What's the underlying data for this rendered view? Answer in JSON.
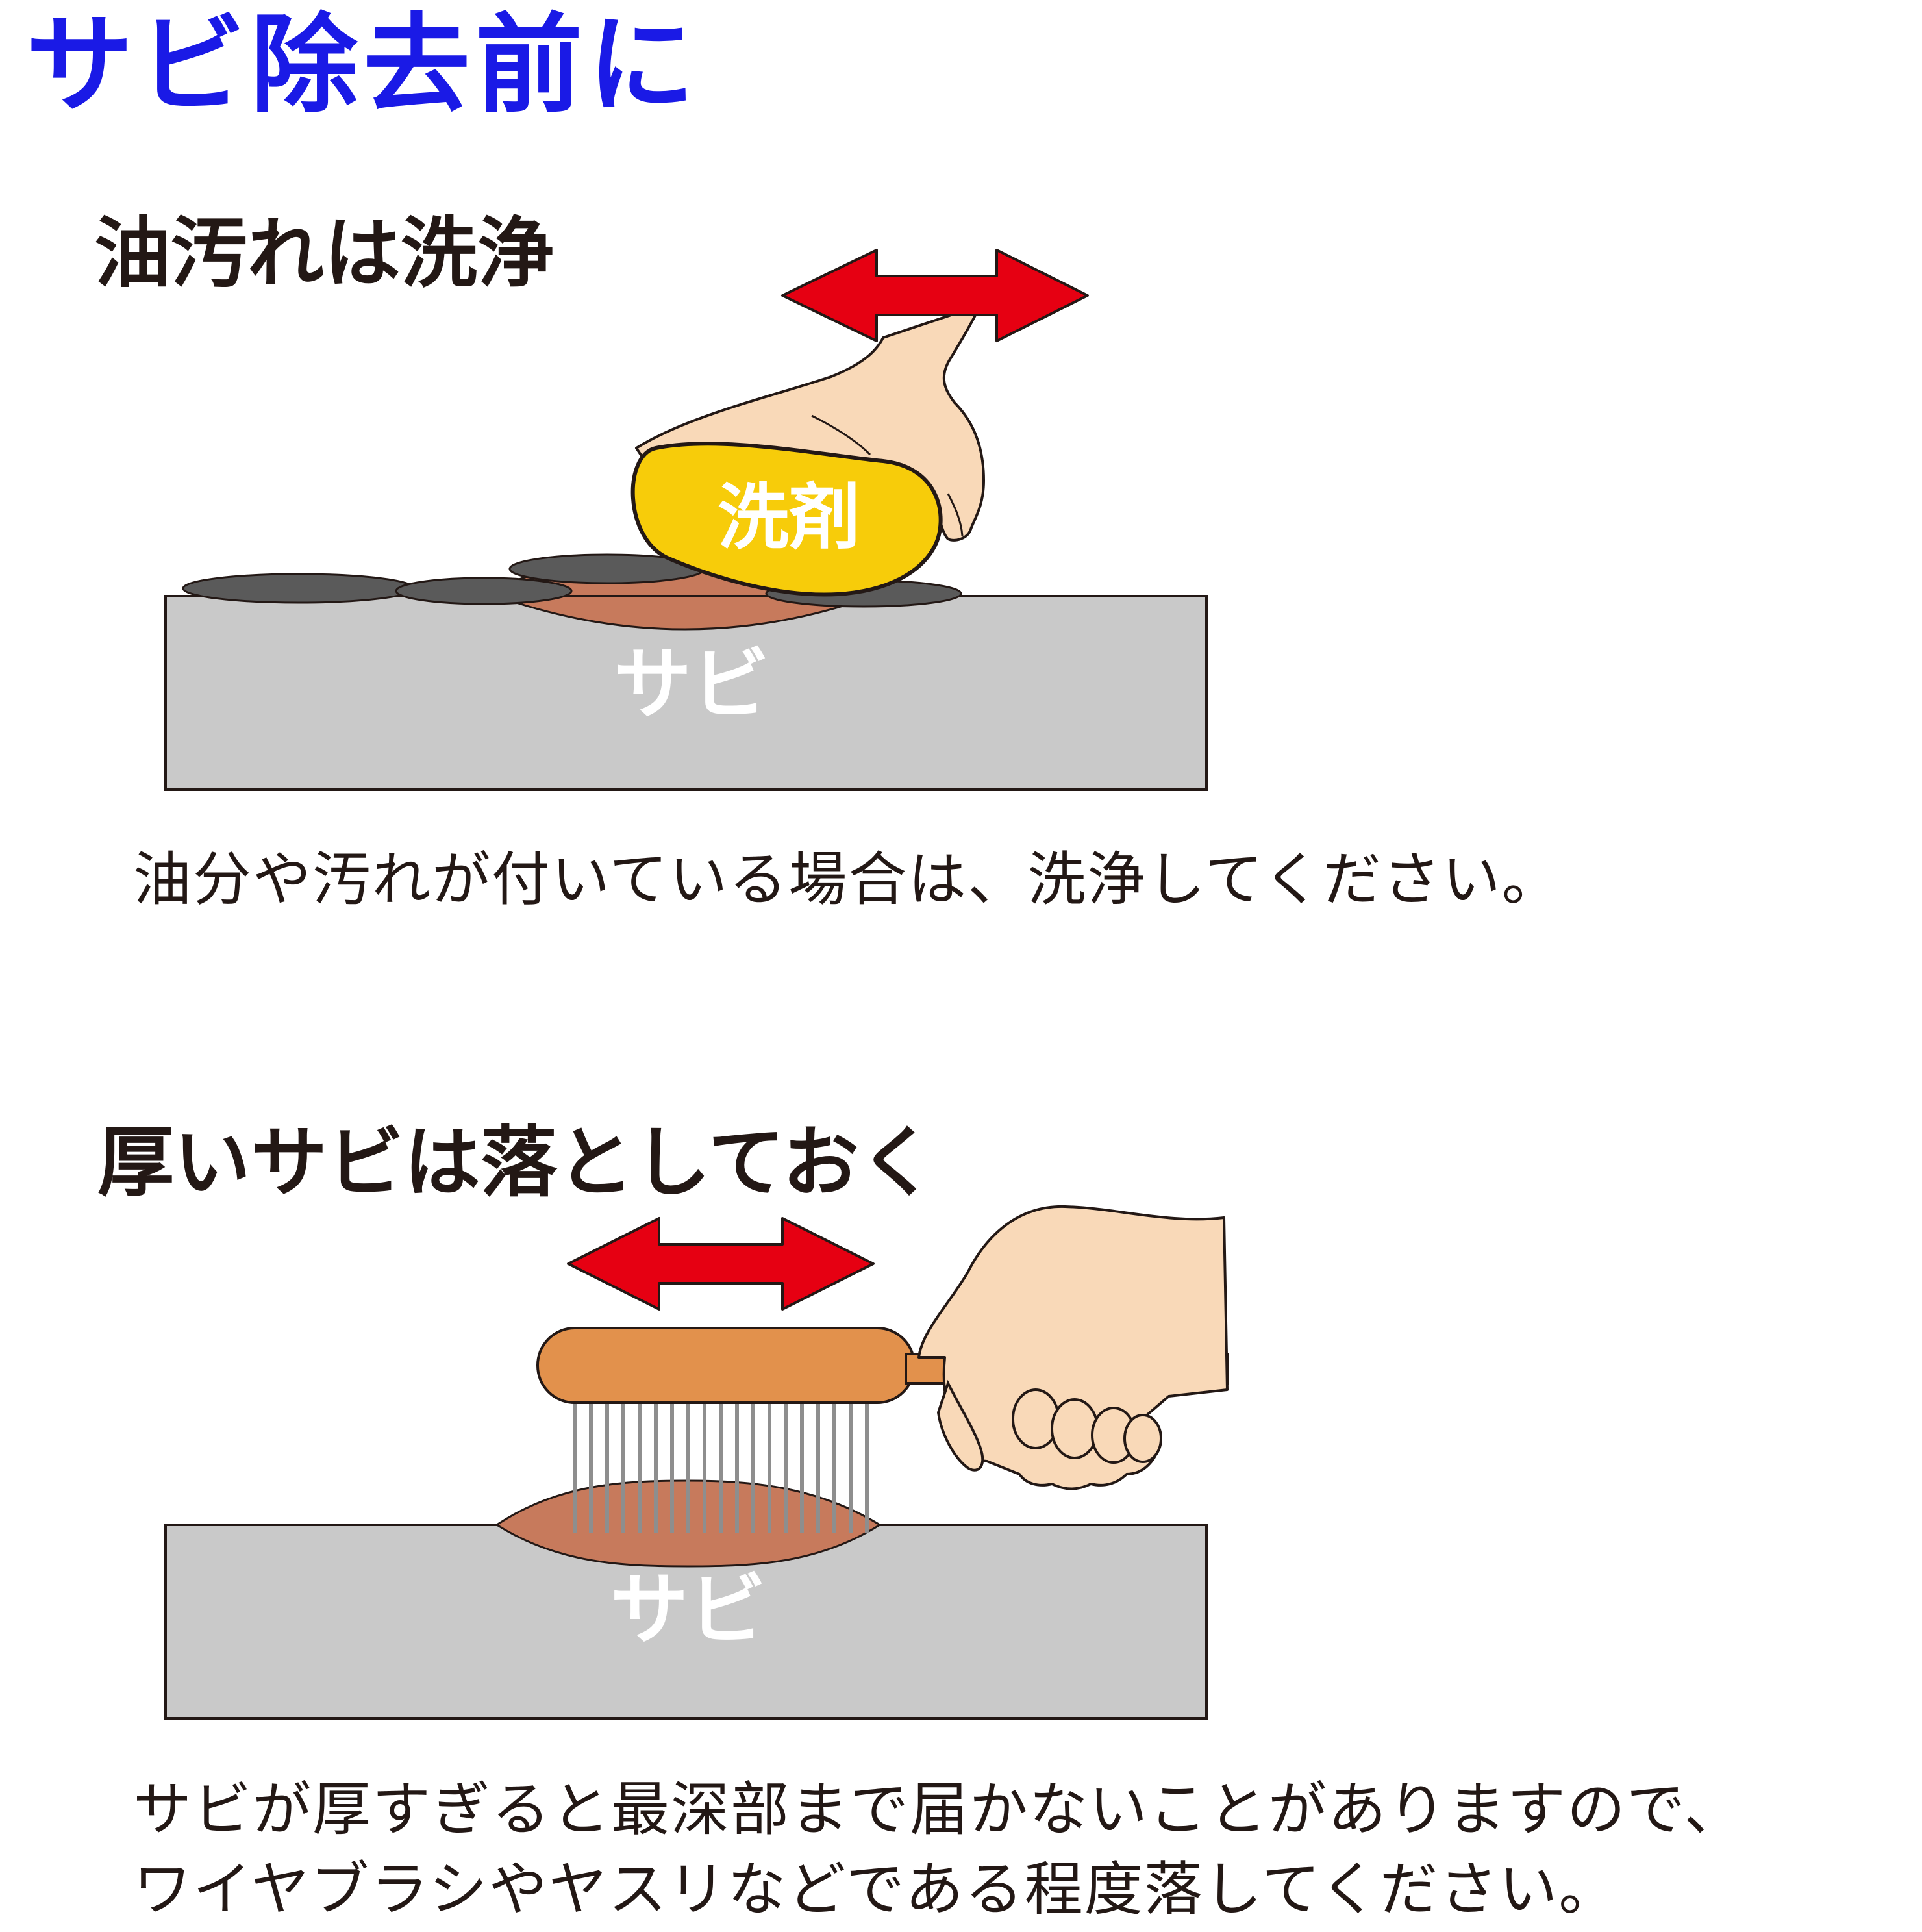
{
  "title": "サビ除去前に",
  "section1": {
    "heading": "油汚れは洗浄",
    "sponge_label": "洗剤",
    "surface_label": "サビ",
    "description": "油分や汚れが付いている場合は、洗浄してください。"
  },
  "section2": {
    "heading": "厚いサビは落としておく",
    "surface_label": "サビ",
    "description_line1": "サビが厚すぎると最深部まで届かないことがありますので、",
    "description_line2": "ワイヤブラシやヤスリなどである程度落してください。"
  },
  "colors": {
    "title": "#1a1ae6",
    "arrow": "#e60012",
    "metal": "#c9c9c9",
    "rust": "#c77a5c",
    "oil": "#5a5a5a",
    "sponge": "#f7cc0a",
    "skin": "#f9d9b8",
    "brush": "#e2914c"
  }
}
